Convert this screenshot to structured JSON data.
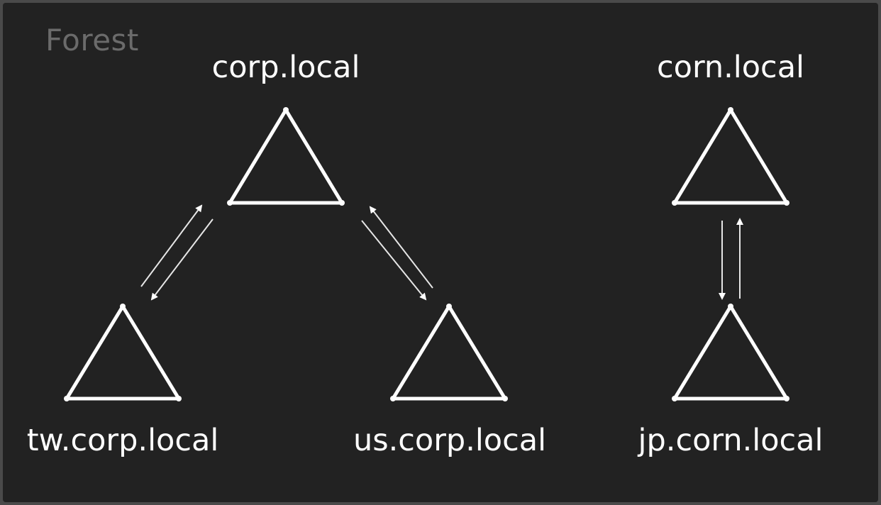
{
  "title": "Forest",
  "colors": {
    "background": "#222222",
    "frame": "#4a4a4a",
    "title": "#6b6b6b",
    "stroke": "#ffffff"
  },
  "domains": {
    "corp_root": "corp.local",
    "tw_child": "tw.corp.local",
    "us_child": "us.corp.local",
    "corn_root": "corn.local",
    "jp_child": "jp.corn.local"
  },
  "trusts": [
    {
      "from": "tw.corp.local",
      "to": "corp.local",
      "type": "two-way"
    },
    {
      "from": "us.corp.local",
      "to": "corp.local",
      "type": "two-way"
    },
    {
      "from": "jp.corn.local",
      "to": "corn.local",
      "type": "two-way"
    }
  ]
}
